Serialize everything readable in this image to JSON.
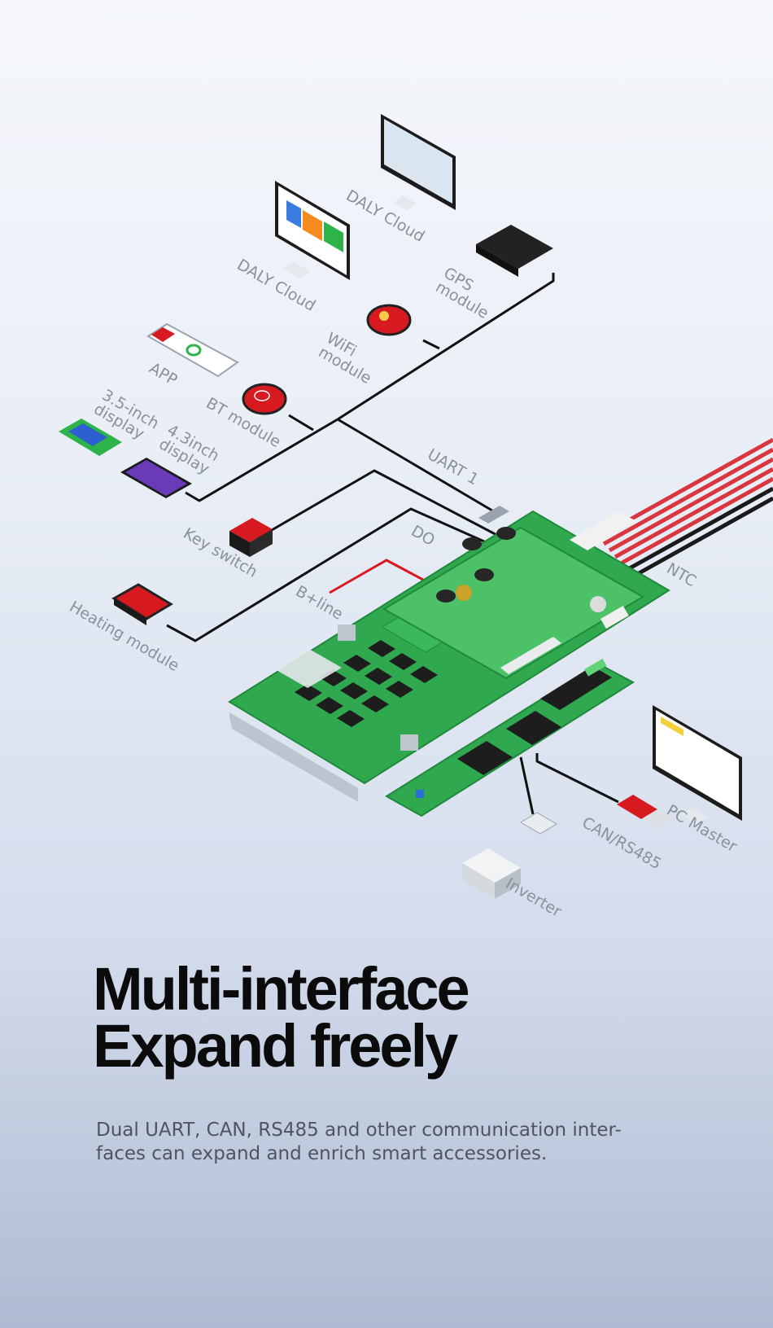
{
  "headline": {
    "line1": "Multi-interface",
    "line2": "Expand freely"
  },
  "description": {
    "line1": "Dual UART, CAN, RS485 and other communication inter-",
    "line2": "faces can expand and enrich smart accessories."
  },
  "labels": {
    "daly_cloud_top": "DALY Cloud",
    "daly_cloud_mid": "DALY Cloud",
    "gps_module": "GPS\nmodule",
    "wifi_module": "WiFi\nmodule",
    "app": "APP",
    "bt_module": "BT module",
    "display_35": "3.5-inch\ndisplay",
    "display_43": "4.3inch\ndisplay",
    "uart1": "UART 1",
    "do": "DO",
    "key_switch": "Key switch",
    "b_line": "B+line",
    "heating_module": "Heating module",
    "ntc": "NTC",
    "pc_master": "PC Master",
    "can_rs485": "CAN/RS485",
    "inverter": "Inverter"
  },
  "colors": {
    "pcb_green": "#2fa84f",
    "pcb_green_dark": "#1f8a3c",
    "accessory_red": "#d71920",
    "label_gray": "#8a919c",
    "headline": "#0b0b0b",
    "body_text": "#4e5560"
  }
}
